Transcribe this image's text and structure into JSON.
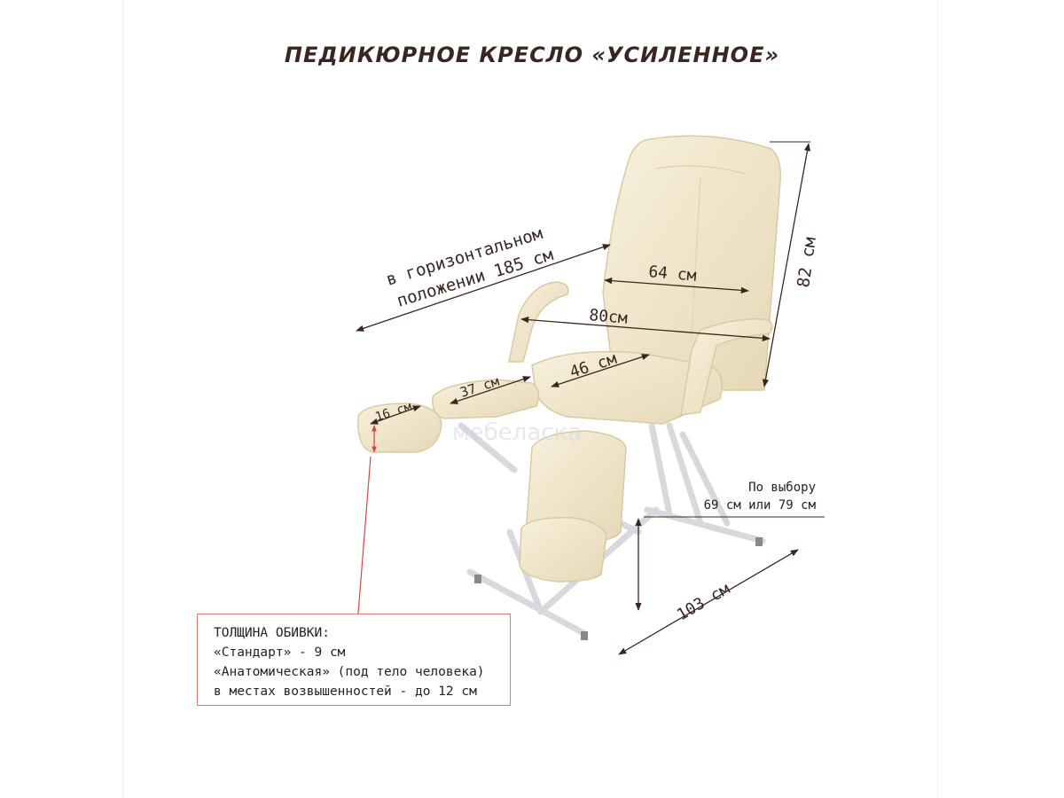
{
  "title": "ПЕДИКЮРНОЕ КРЕСЛО «УСИЛЕННОЕ»",
  "dimensions": {
    "horizontal_line1": "в горизонтальном",
    "horizontal_line2": "положении 185 см",
    "height": "82 см",
    "backrest_width": "64 см",
    "overall_width": "80см",
    "seat_depth": "46 см",
    "leg_section": "37 см",
    "footrest": "16 см",
    "length": "103 см"
  },
  "height_option": {
    "line1": "По выбору",
    "line2": "69 см или 79 см"
  },
  "upholstery_note": {
    "heading": "ТОЛЩИНА ОБИВКИ:",
    "line1": "«Стандарт» - 9 см",
    "line2": "«Анатомическая» (под тело человека)",
    "line3": "в местах возвышенностей - до 12 см"
  },
  "watermark": "мебеласка",
  "colors": {
    "upholstery": "#f3ead2",
    "upholstery_shadow": "#e2d4b0",
    "frame": "#e6e6ea",
    "dimension_line": "#3a2620",
    "note_border": "#e07a7a",
    "title": "#3a2620"
  }
}
